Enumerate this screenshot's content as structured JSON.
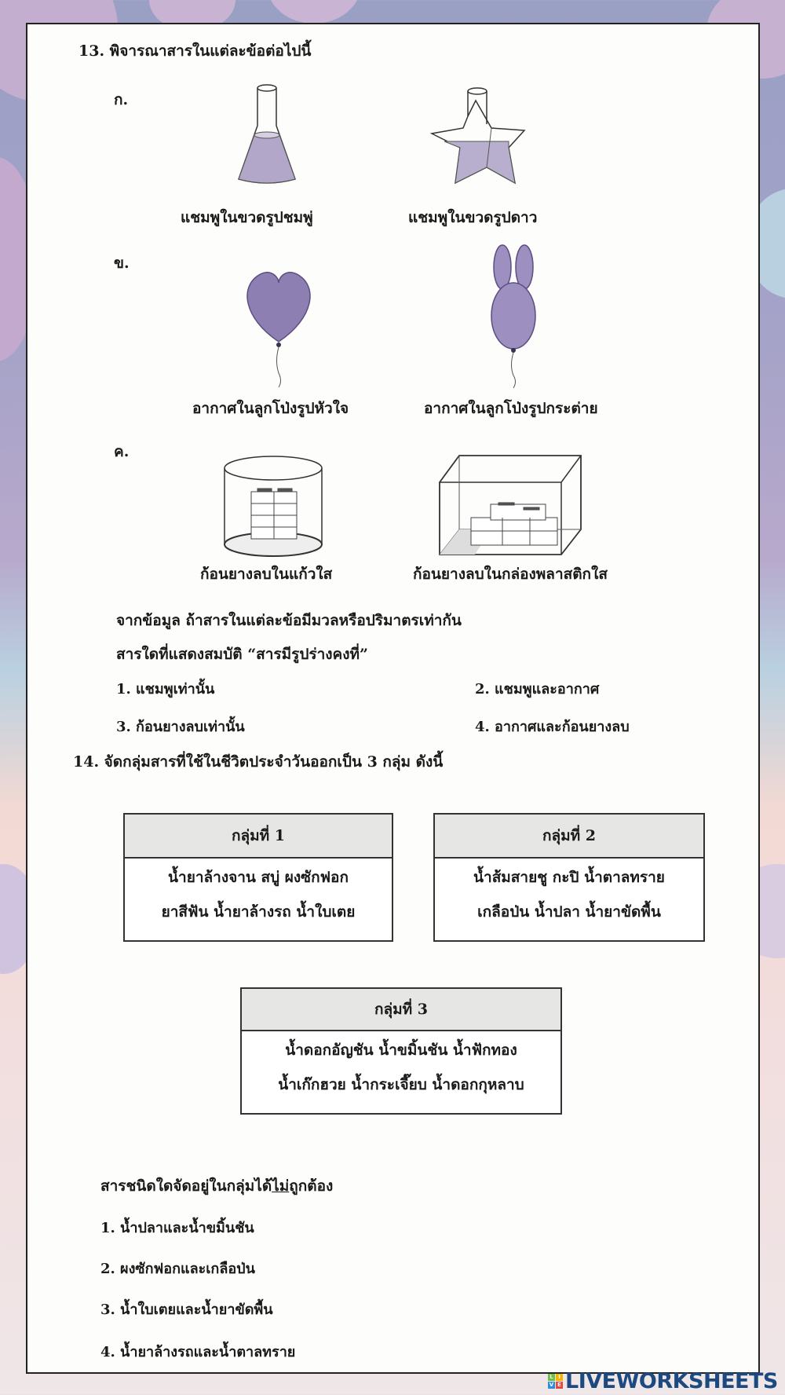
{
  "background": {
    "frame_border_color": "#222222",
    "paper_color": "#fdfdfb"
  },
  "question13": {
    "title": "13.  พิจารณาสารในแต่ละข้อต่อไปนี้",
    "items": [
      {
        "label": "ก.",
        "images": [
          {
            "icon": "conical-flask-icon",
            "caption": "แชมพูในขวดรูปชมพู่"
          },
          {
            "icon": "star-bottle-icon",
            "caption": "แชมพูในขวดรูปดาว"
          }
        ]
      },
      {
        "label": "ข.",
        "images": [
          {
            "icon": "heart-balloon-icon",
            "caption": "อากาศในลูกโป่งรูปหัวใจ"
          },
          {
            "icon": "bunny-balloon-icon",
            "caption": "อากาศในลูกโป่งรูปกระต่าย"
          }
        ]
      },
      {
        "label": "ค.",
        "images": [
          {
            "icon": "erasers-in-glass-icon",
            "caption": "ก้อนยางลบในแก้วใส"
          },
          {
            "icon": "erasers-in-box-icon",
            "caption": "ก้อนยางลบในกล่องพลาสติกใส"
          }
        ]
      }
    ],
    "prompt_line1": "จากข้อมูล ถ้าสารในแต่ละข้อมีมวลหรือปริมาตรเท่ากัน",
    "prompt_line2": "สารใดที่แสดงสมบัติ “สารมีรูปร่างคงที่”",
    "options": [
      "1. แชมพูเท่านั้น",
      "2. แชมพูและอากาศ",
      "3. ก้อนยางลบเท่านั้น",
      "4. อากาศและก้อนยางลบ"
    ]
  },
  "question14": {
    "title": "14.  จัดกลุ่มสารที่ใช้ในชีวิตประจำวันออกเป็น  3 กลุ่ม ดังนี้",
    "groups": [
      {
        "header": "กลุ่มที่ 1",
        "line1": "น้ำยาล้างจาน สบู่ ผงซักฟอก",
        "line2": "ยาสีฟัน น้ำยาล้างรถ น้ำใบเตย"
      },
      {
        "header": "กลุ่มที่ 2",
        "line1": "น้ำส้มสายชู กะปิ น้ำตาลทราย",
        "line2": "เกลือป่น น้ำปลา น้ำยาขัดพื้น"
      },
      {
        "header": "กลุ่มที่ 3",
        "line1": "น้ำดอกอัญชัน น้ำขมิ้นชัน น้ำฟักทอง",
        "line2": "น้ำเก๊กฮวย น้ำกระเจี๊ยบ น้ำดอกกุหลาบ"
      }
    ],
    "prompt_before": "สารชนิดใดจัดอยู่ในกลุ่มได้",
    "prompt_underlined": "ไม่",
    "prompt_after": "ถูกต้อง",
    "options": [
      "1. น้ำปลาและน้ำขมิ้นชัน",
      "2. ผงซักฟอกและเกลือป่น",
      "3. น้ำใบเตยและน้ำยาขัดพื้น",
      "4. น้ำยาล้างรถและน้ำตาลทราย"
    ]
  },
  "branding": {
    "logo_tiles": [
      "L",
      "I",
      "V",
      "E"
    ],
    "logo_tile_colors": [
      "#6cbf3f",
      "#f4b400",
      "#2a8fd8",
      "#e5473c"
    ],
    "logo_text": "LIVEWORKSHEETS",
    "logo_text_color": "#1c4a80"
  }
}
